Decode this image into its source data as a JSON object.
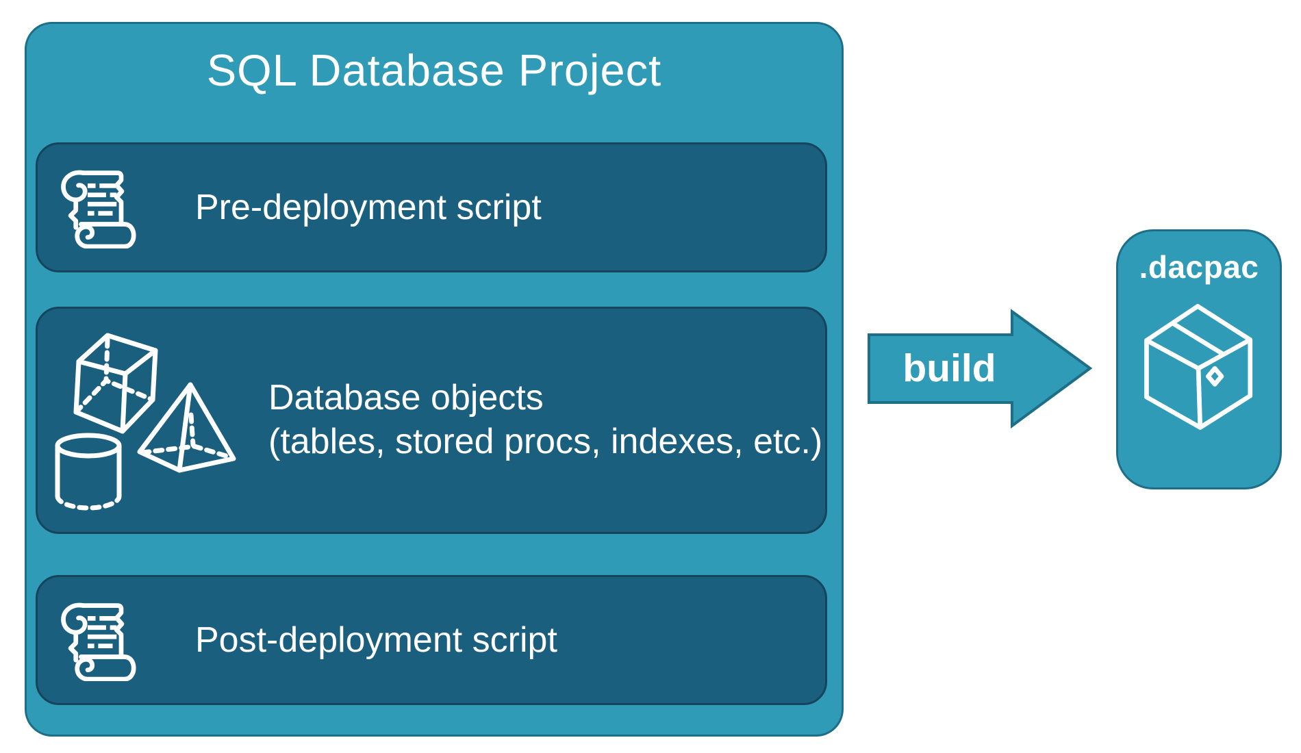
{
  "colors": {
    "teal_fill": "#2F9BB6",
    "teal_border": "#1D6E86",
    "panel_fill": "#1A5F7E",
    "panel_border": "#14455C",
    "text": "#FFFFFF",
    "background": "#FFFFFF"
  },
  "project": {
    "title": "SQL Database Project",
    "items": [
      {
        "label": "Pre-deployment script",
        "icon": "scroll-icon"
      },
      {
        "label": "Database objects",
        "sublabel": "(tables, stored procs, indexes, etc.)",
        "icon": "geometric-shapes-icon"
      },
      {
        "label": "Post-deployment script",
        "icon": "scroll-icon"
      }
    ]
  },
  "build_arrow": {
    "label": "build"
  },
  "output": {
    "label": ".dacpac",
    "icon": "package-box-icon"
  }
}
